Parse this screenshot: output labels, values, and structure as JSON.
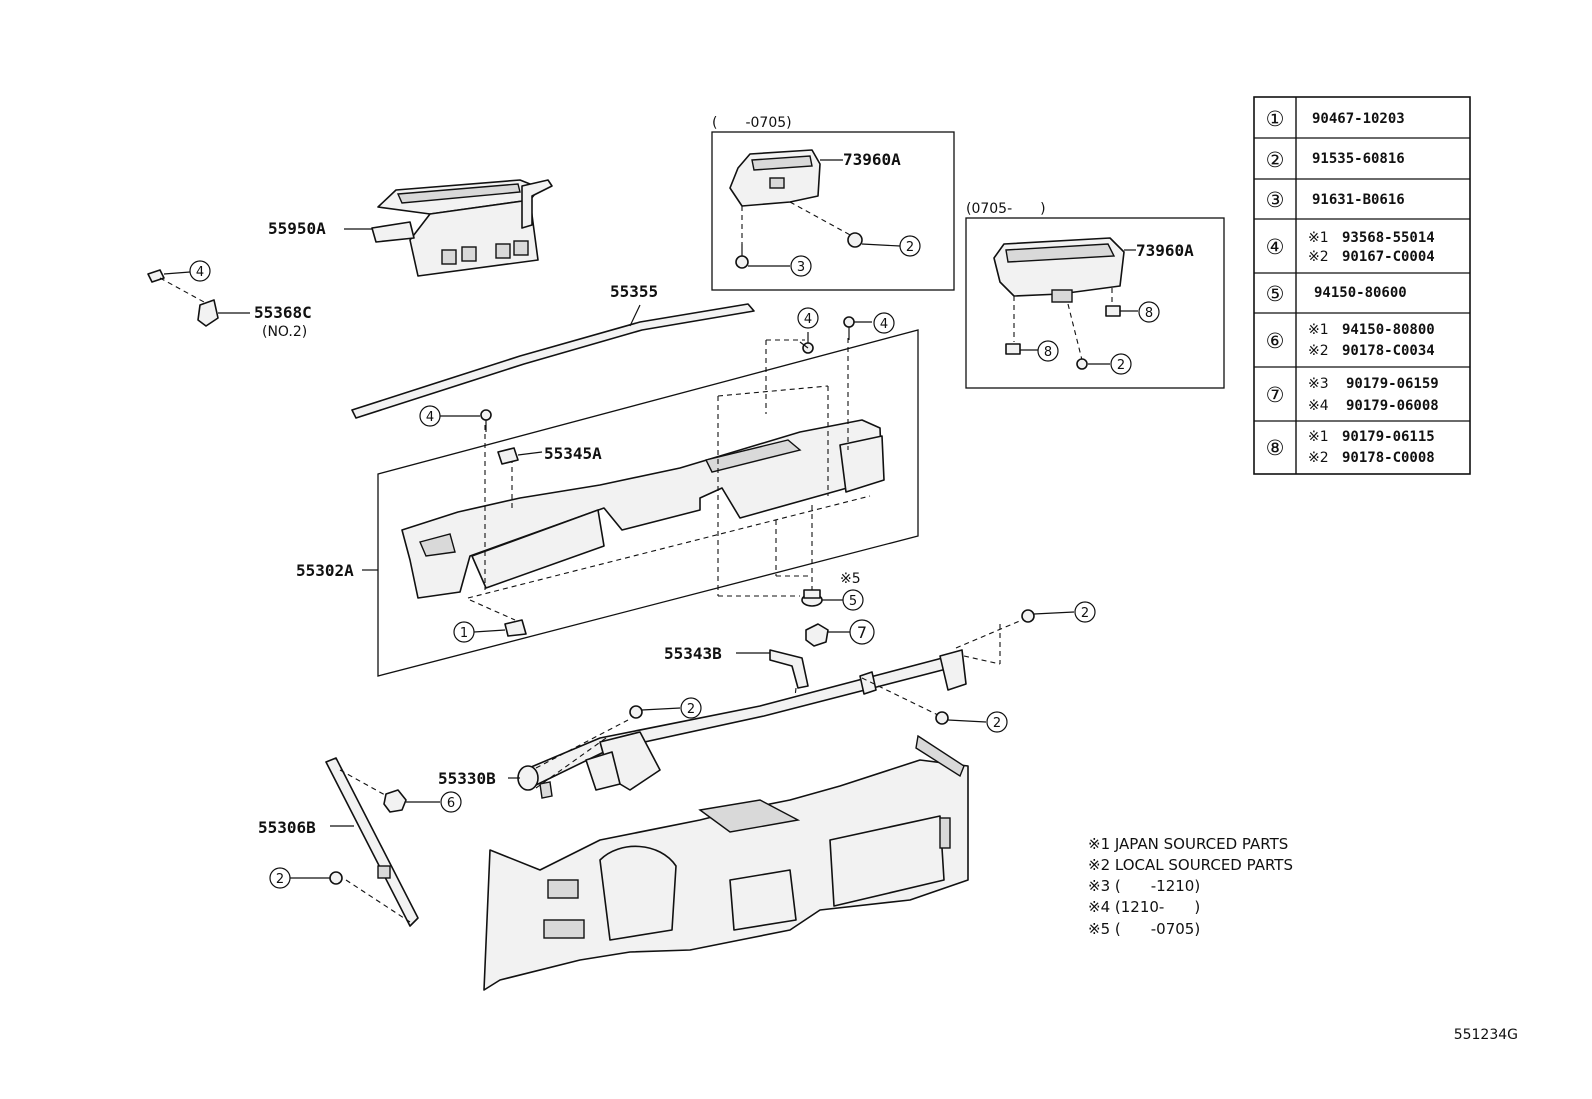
{
  "diagram_code": "551234G",
  "part_labels": {
    "p55950A": "55950A",
    "p55368C": "55368C",
    "p55368C_sub": "(NO.2)",
    "p55355": "55355",
    "p55345A": "55345A",
    "p55302A": "55302A",
    "p55343B": "55343B",
    "p55330B": "55330B",
    "p55306B": "55306B",
    "p73960A_left": "73960A",
    "p73960A_right": "73960A",
    "mark5": "※5"
  },
  "inset_boxes": {
    "left_caption": "(　　-0705)",
    "right_caption": "(0705-　　)"
  },
  "callouts": [
    "1",
    "2",
    "3",
    "4",
    "5",
    "6",
    "7",
    "8"
  ],
  "parts_table": [
    {
      "num": "①",
      "lines": [
        {
          "mark": "",
          "code": "90467-10203"
        }
      ]
    },
    {
      "num": "②",
      "lines": [
        {
          "mark": "",
          "code": "91535-60816"
        }
      ]
    },
    {
      "num": "③",
      "lines": [
        {
          "mark": "",
          "code": "91631-B0616"
        }
      ]
    },
    {
      "num": "④",
      "lines": [
        {
          "mark": "※1",
          "code": "93568-55014"
        },
        {
          "mark": "※2",
          "code": "90167-C0004"
        }
      ]
    },
    {
      "num": "⑤",
      "lines": [
        {
          "mark": "",
          "code": "94150-80600"
        }
      ]
    },
    {
      "num": "⑥",
      "lines": [
        {
          "mark": "※1",
          "code": "94150-80800"
        },
        {
          "mark": "※2",
          "code": "90178-C0034"
        }
      ]
    },
    {
      "num": "⑦",
      "lines": [
        {
          "mark": "※3",
          "code": "90179-06159"
        },
        {
          "mark": "※4",
          "code": "90179-06008"
        }
      ]
    },
    {
      "num": "⑧",
      "lines": [
        {
          "mark": "※1",
          "code": "90179-06115"
        },
        {
          "mark": "※2",
          "code": "90178-C0008"
        }
      ]
    }
  ],
  "notes": [
    "※1 JAPAN SOURCED PARTS",
    "※2 LOCAL SOURCED PARTS",
    "※3 (　　-1210)",
    "※4 (1210-　　)",
    "※5 (　　-0705)"
  ]
}
